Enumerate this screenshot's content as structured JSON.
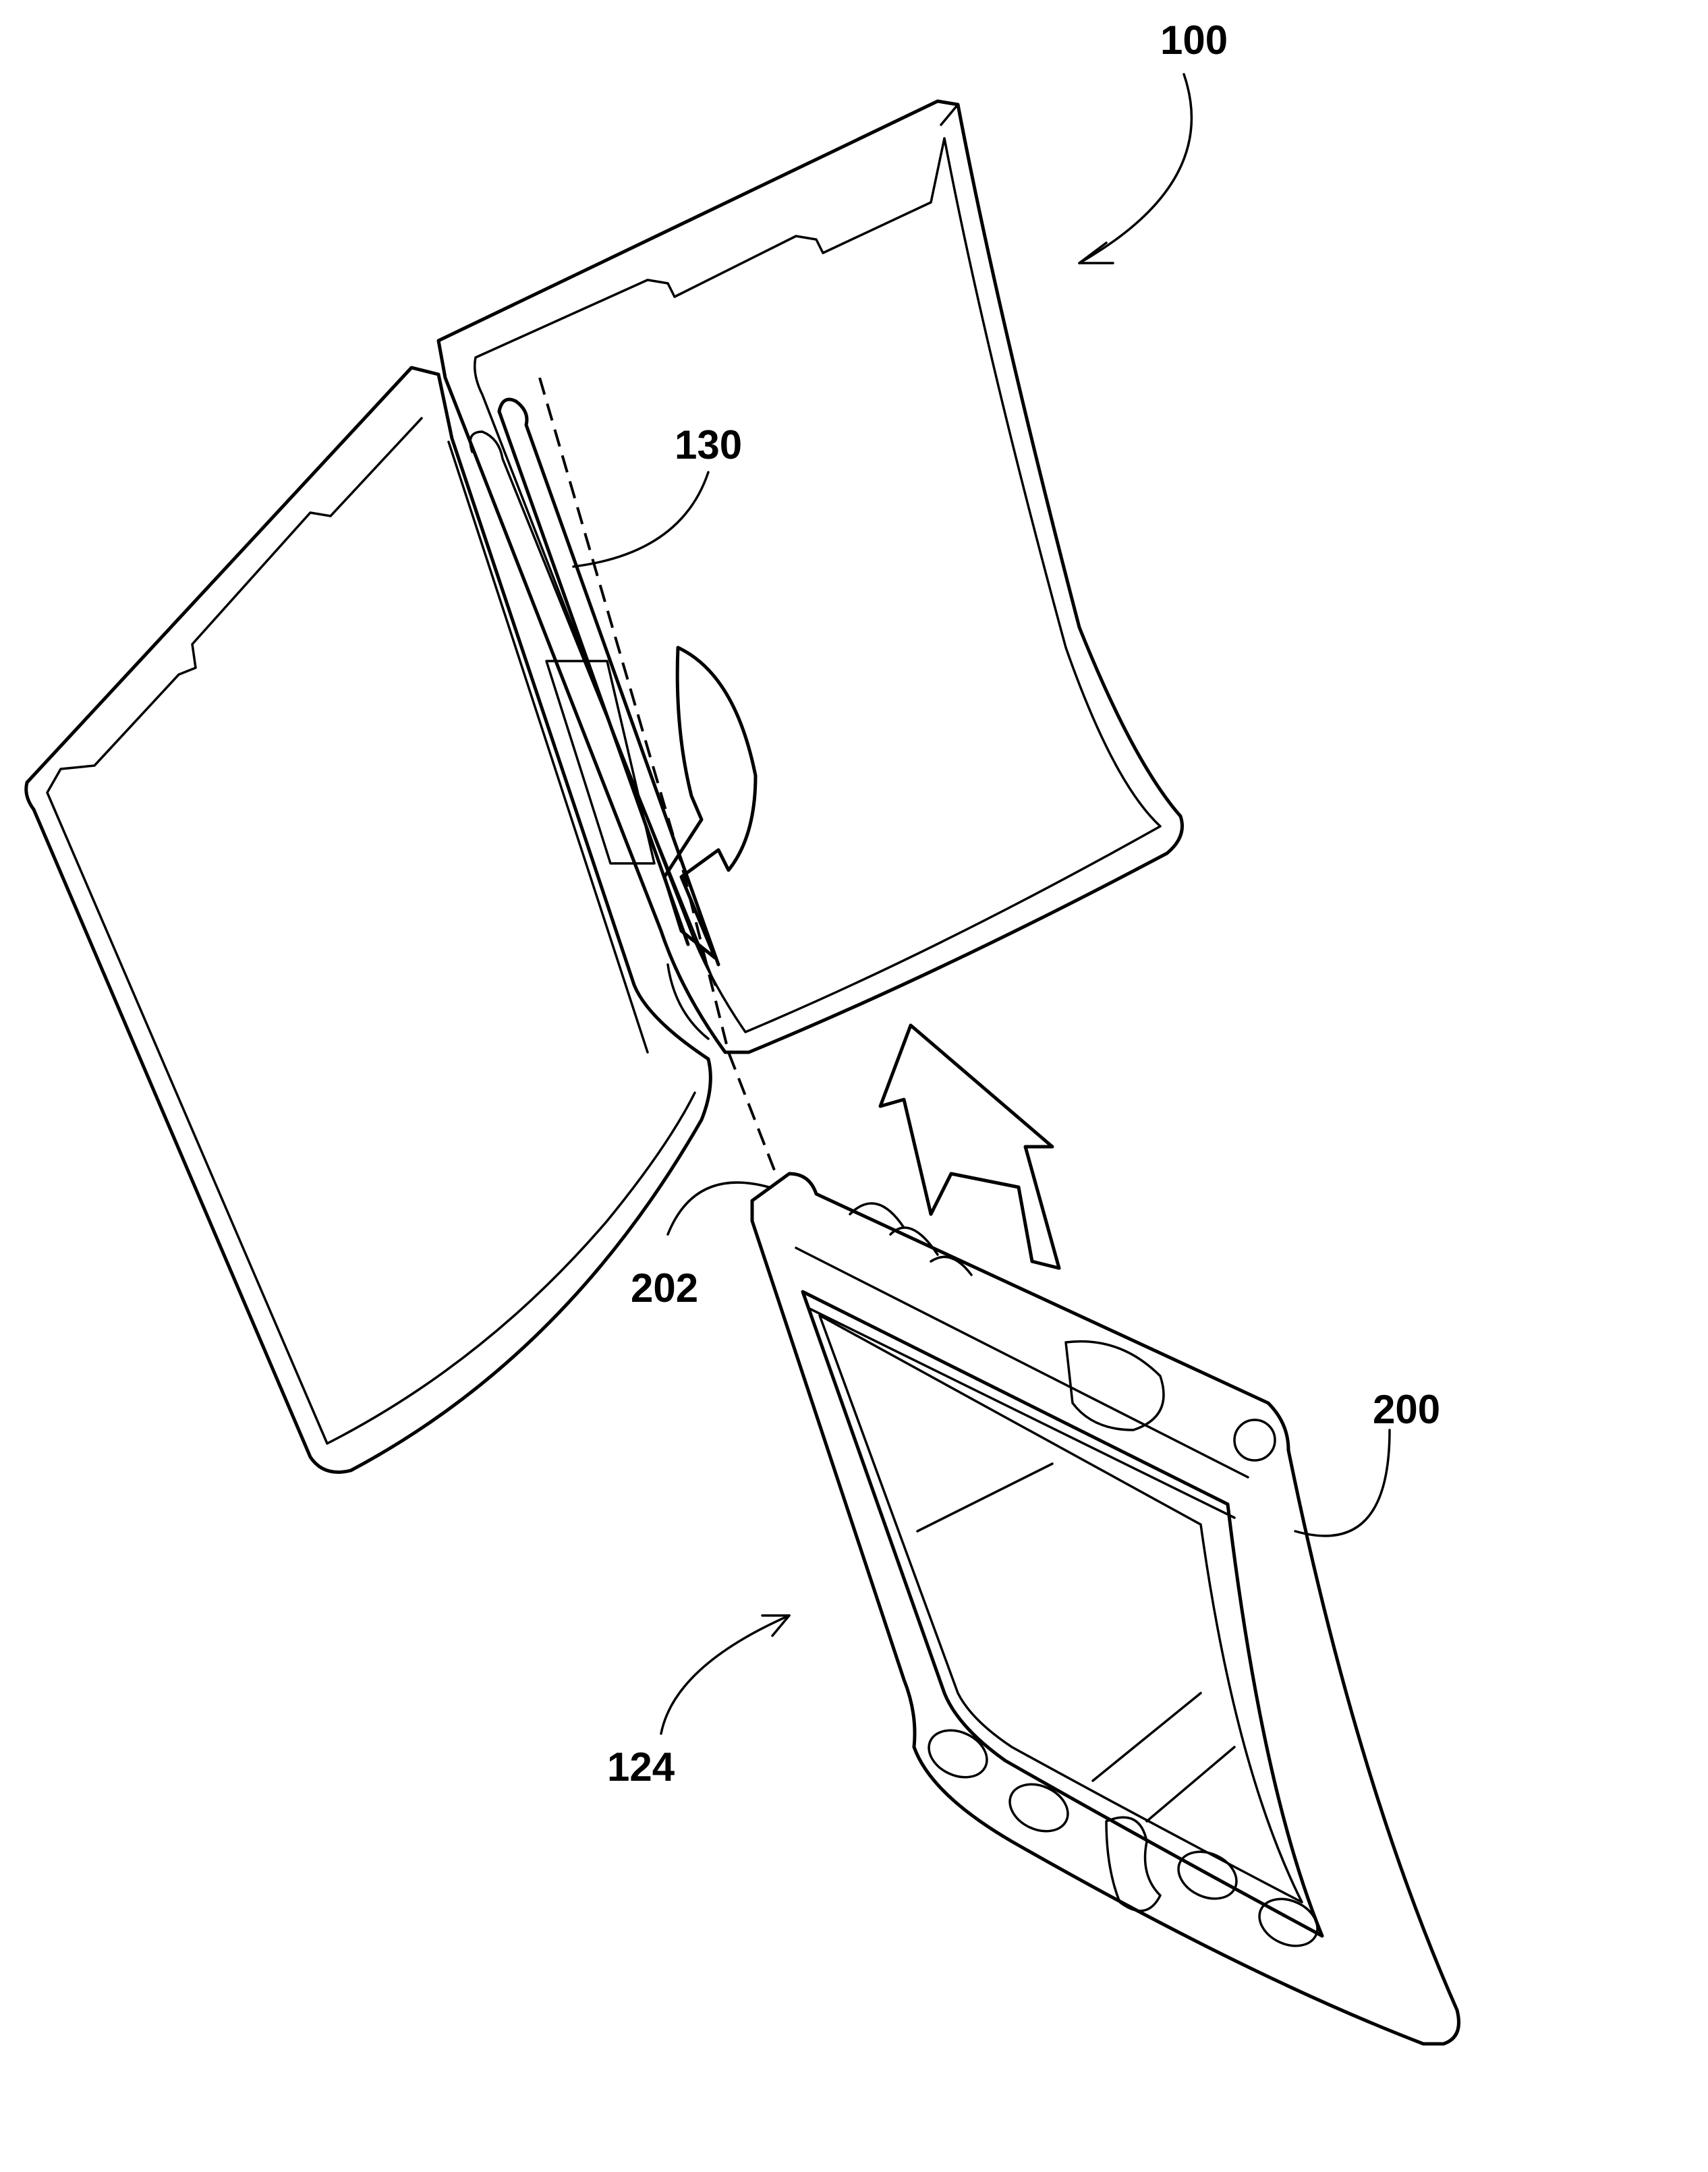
{
  "figure": {
    "reference_numerals": {
      "device_assembly": "100",
      "stylus": "130",
      "hinge_notch": "202",
      "handheld_device": "200",
      "cover_panel": "124"
    }
  }
}
